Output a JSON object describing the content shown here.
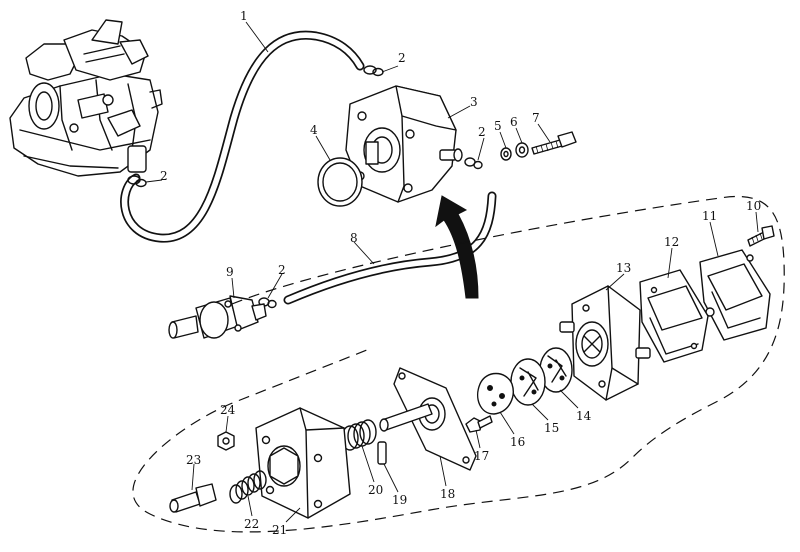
{
  "diagram": {
    "callouts": [
      {
        "id": "1",
        "label": "1"
      },
      {
        "id": "2a",
        "label": "2"
      },
      {
        "id": "2b",
        "label": "2"
      },
      {
        "id": "2c",
        "label": "2"
      },
      {
        "id": "2d",
        "label": "2"
      },
      {
        "id": "3",
        "label": "3"
      },
      {
        "id": "4",
        "label": "4"
      },
      {
        "id": "5",
        "label": "5"
      },
      {
        "id": "6",
        "label": "6"
      },
      {
        "id": "7",
        "label": "7"
      },
      {
        "id": "8",
        "label": "8"
      },
      {
        "id": "9",
        "label": "9"
      },
      {
        "id": "10",
        "label": "10"
      },
      {
        "id": "11",
        "label": "11"
      },
      {
        "id": "12",
        "label": "12"
      },
      {
        "id": "13",
        "label": "13"
      },
      {
        "id": "14",
        "label": "14"
      },
      {
        "id": "15",
        "label": "15"
      },
      {
        "id": "16",
        "label": "16"
      },
      {
        "id": "17",
        "label": "17"
      },
      {
        "id": "18",
        "label": "18"
      },
      {
        "id": "19",
        "label": "19"
      },
      {
        "id": "20",
        "label": "20"
      },
      {
        "id": "21",
        "label": "21"
      },
      {
        "id": "22",
        "label": "22"
      },
      {
        "id": "23",
        "label": "23"
      },
      {
        "id": "24",
        "label": "24"
      }
    ]
  }
}
